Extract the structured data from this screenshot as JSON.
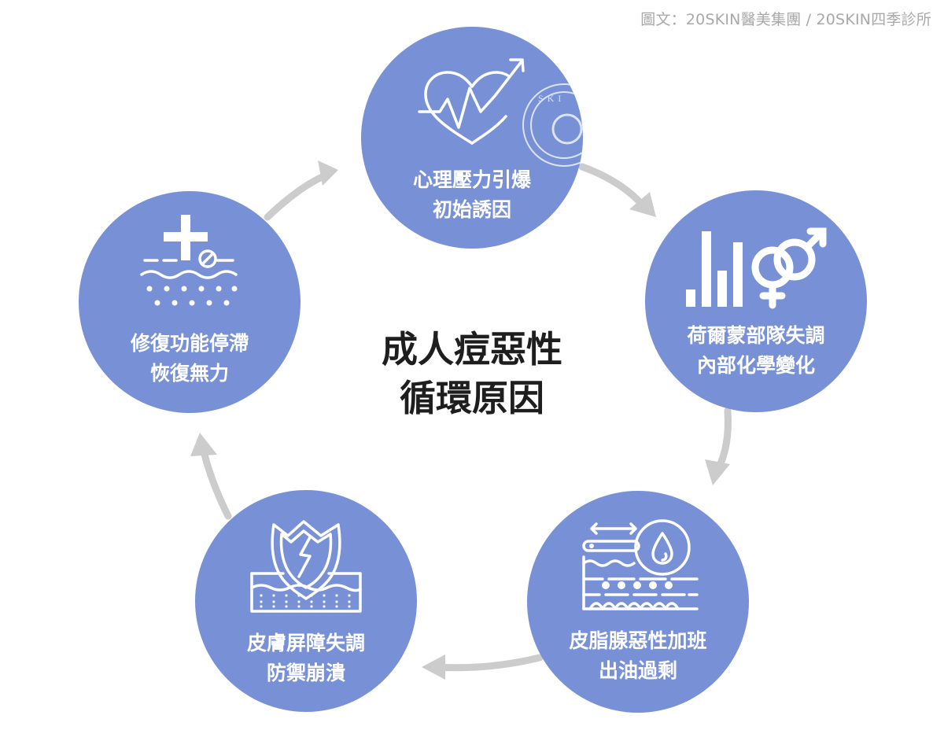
{
  "credit": "圖文：20SKIN醫美集團 / 20SKIN四季診所",
  "center": {
    "line1": "成人痘惡性",
    "line2": "循環原因"
  },
  "nodes": [
    {
      "line1": "心理壓力引爆",
      "line2": "初始誘因",
      "icon": "heart-pulse-icon"
    },
    {
      "line1": "荷爾蒙部隊失調",
      "line2": "內部化學變化",
      "icon": "hormone-gender-icon"
    },
    {
      "line1": "皮脂腺惡性加班",
      "line2": "出油過剩",
      "icon": "oil-drop-skin-icon"
    },
    {
      "line1": "皮膚屏障失調",
      "line2": "防禦崩潰",
      "icon": "broken-shield-skin-icon"
    },
    {
      "line1": "修復功能停滯",
      "line2": "恢復無力",
      "icon": "repair-cross-icon"
    }
  ],
  "watermark": "SKI",
  "colors": {
    "node": "#7790d6",
    "arrow": "#cccccc",
    "title": "#1e1e1e",
    "credit": "#a8a8a8"
  }
}
